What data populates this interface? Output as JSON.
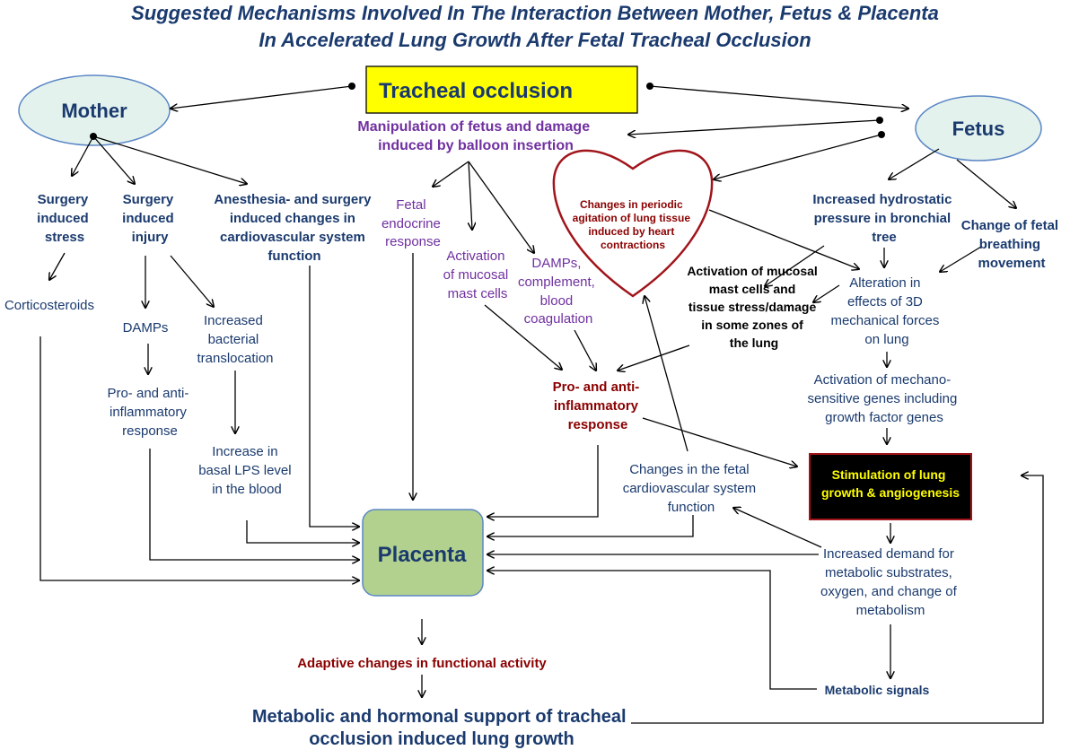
{
  "title": {
    "line1": "Suggested Mechanisms Involved In The Interaction Between Mother, Fetus & Placenta",
    "line2": "In Accelerated Lung Growth After Fetal Tracheal Occlusion"
  },
  "colors": {
    "title_navy": "#1a3a6e",
    "purple": "#7030a0",
    "dark_red": "#8b0000",
    "tracheal_box_fill": "#ffff00",
    "ellipse_fill": "#e4f2ee",
    "ellipse_stroke": "#5b87c5",
    "placenta_fill": "#b3d18e",
    "heart_stroke": "#a0151c",
    "stimulation_box_fill": "#000000",
    "stimulation_text": "#ffff00"
  },
  "nodes": {
    "tracheal_occlusion": "Tracheal occlusion",
    "mother": "Mother",
    "fetus": "Fetus",
    "placenta": "Placenta",
    "manipulation": [
      "Manipulation of fetus and damage",
      "induced by balloon insertion"
    ],
    "surgery_stress": [
      "Surgery",
      "induced",
      "stress"
    ],
    "surgery_injury": [
      "Surgery",
      "induced",
      "injury"
    ],
    "anesthesia": [
      "Anesthesia- and surgery",
      "induced changes in",
      "cardiovascular system",
      "function"
    ],
    "corticosteroids": "Corticosteroids",
    "damps_mother": "DAMPs",
    "pro_anti_mother": [
      "Pro- and anti-",
      "inflammatory",
      "response"
    ],
    "bacterial": [
      "Increased",
      "bacterial",
      "translocation"
    ],
    "lps": [
      "Increase in",
      "basal LPS level",
      "in the blood"
    ],
    "fetal_endocrine": [
      "Fetal",
      "endocrine",
      "response"
    ],
    "mast_cells_purple": [
      "Activation",
      "of mucosal",
      "mast cells"
    ],
    "damps_complement": [
      "DAMPs,",
      "complement,",
      "blood",
      "coagulation"
    ],
    "heart": [
      "Changes in periodic",
      "agitation of lung tissue",
      "induced by heart",
      "contractions"
    ],
    "hydrostatic": [
      "Increased hydrostatic",
      "pressure in bronchial",
      "tree"
    ],
    "breathing": [
      "Change of fetal",
      "breathing",
      "movement"
    ],
    "mast_cells_black": [
      "Activation of mucosal",
      "mast cells  and",
      "tissue stress/damage",
      "in some zones of",
      "the lung"
    ],
    "alteration_3d": [
      "Alteration in",
      "effects of 3D",
      "mechanical forces",
      "on lung"
    ],
    "mechano_genes": [
      "Activation of mechano-",
      "sensitive genes including",
      "growth factor genes"
    ],
    "pro_anti_center": [
      "Pro- and anti-",
      "inflammatory",
      "response"
    ],
    "stimulation": [
      "Stimulation of lung",
      "growth & angiogenesis"
    ],
    "fetal_cv": [
      "Changes in the fetal",
      "cardiovascular system",
      "function"
    ],
    "metabolic_demand": [
      "Increased demand for",
      "metabolic substrates,",
      "oxygen, and change of",
      "metabolism"
    ],
    "adaptive": "Adaptive changes in functional activity",
    "metabolic_signals": "Metabolic signals",
    "metabolic_support": [
      "Metabolic and hormonal support  of tracheal",
      "occlusion induced lung growth"
    ]
  }
}
